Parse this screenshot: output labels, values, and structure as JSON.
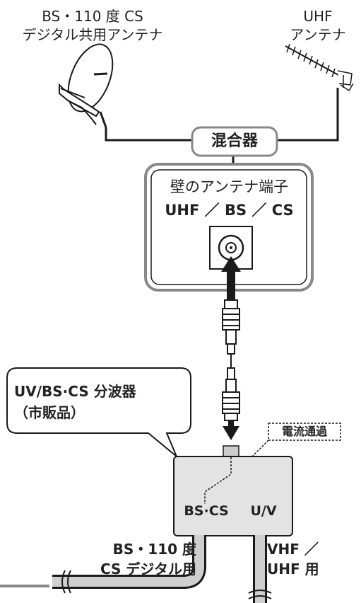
{
  "labels": {
    "satellite_antenna": [
      "BS・110 度 CS",
      "デジタル共用アンテナ"
    ],
    "uhf_antenna": [
      "UHF",
      "アンテナ"
    ],
    "mixer": "混合器",
    "wall_terminal_title": "壁のアンテナ端子",
    "wall_terminal_types": "UHF ／ BS ／ CS",
    "splitter_callout": [
      "UV/BS·CS 分波器",
      "（市販品）"
    ],
    "current_pass": "電流通過",
    "port_bscs": "BS·CS",
    "port_uv": "U/V",
    "output_bscs": [
      "BS・110 度",
      "CS デジタル用"
    ],
    "output_uv": [
      "VHF ／",
      "UHF 用"
    ]
  },
  "colors": {
    "line": "#1a1a1a",
    "box_border": "#888888",
    "splitter_fill": "#e3e3e3",
    "cable_gray": "#bbbbbb"
  }
}
